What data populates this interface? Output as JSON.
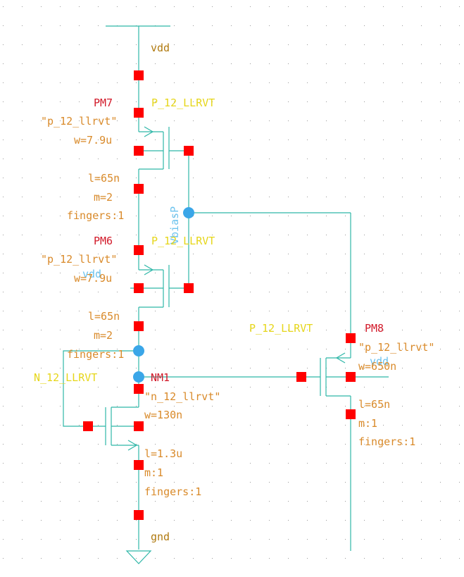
{
  "colors": {
    "wire": "#2fb7a8",
    "pin": "#ff0000",
    "node": "#3aa6e8",
    "instance_name": "#d21a2a",
    "model_name": "#e6d61a",
    "parameter": "#d98a2a",
    "net_label": "#b07a10",
    "vbiasp_label": "#6cc3ee",
    "grid_dot": "#999999"
  },
  "nets": {
    "vdd": "vdd",
    "gnd": "gnd",
    "vbiasp": "VbiasP"
  },
  "devices": [
    {
      "id": "pm7",
      "name": "PM7",
      "model": "P_12_LLRVT",
      "cell": "\"p_12_llrvt\"",
      "w": "w=7.9u",
      "l": "l=65n",
      "m": "m=2",
      "fingers": "fingers:1"
    },
    {
      "id": "pm6",
      "name": "PM6",
      "model": "P_12_LLRVT",
      "cell": "\"p_12_llrvt\"",
      "w": "w=7.9u",
      "body_net": "vdd",
      "l": "l=65n",
      "m": "m=2",
      "fingers": "fingers:1"
    },
    {
      "id": "nm1",
      "name": "NM1",
      "model": "N_12_LLRVT",
      "cell": "\"n_12_llrvt\"",
      "w": "w=130n",
      "l": "l=1.3u",
      "m": "m:1",
      "fingers": "fingers:1"
    },
    {
      "id": "pm8",
      "name": "PM8",
      "model": "P_12_LLRVT",
      "cell": "\"p_12_llrvt\"",
      "w": "w=650n",
      "body_net": "vdd",
      "l": "l=65n",
      "m": "m:1",
      "fingers": "fingers:1"
    }
  ]
}
